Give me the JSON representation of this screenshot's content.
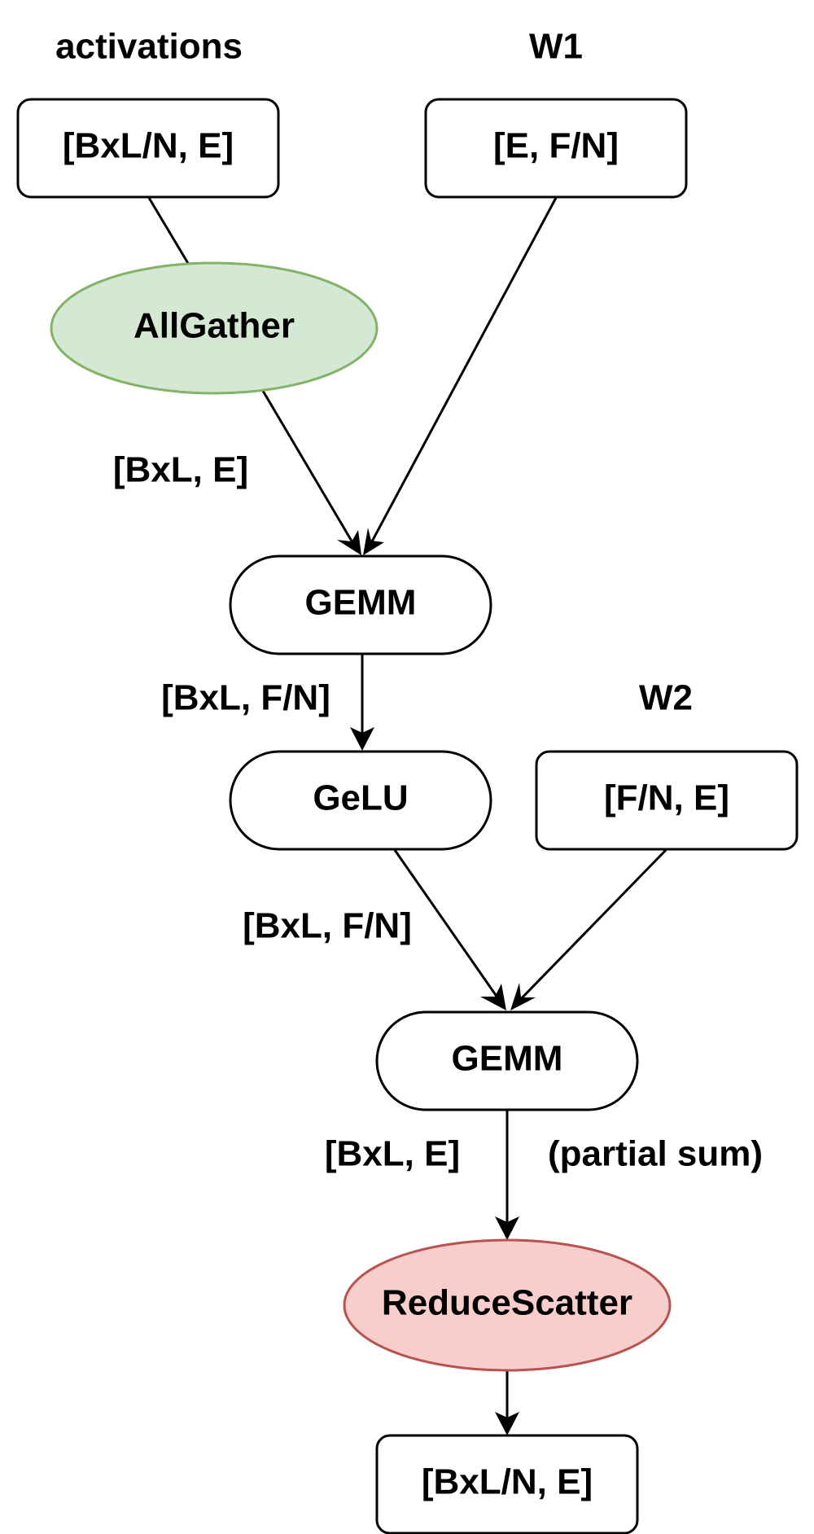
{
  "titles": {
    "activations": "activations",
    "w1": "W1",
    "w2": "W2"
  },
  "nodes": {
    "activations_box": "[BxL/N, E]",
    "w1_box": "[E, F/N]",
    "allgather": "AllGather",
    "gemm1": "GEMM",
    "gelu": "GeLU",
    "w2_box": "[F/N, E]",
    "gemm2": "GEMM",
    "reducescatter": "ReduceScatter",
    "output_box": "[BxL/N, E]"
  },
  "edges": {
    "allgather_out": "[BxL, E]",
    "gemm1_out": "[BxL, F/N]",
    "gelu_out": "[BxL, F/N]",
    "gemm2_out": "[BxL, E]",
    "gemm2_note": "(partial sum)"
  },
  "colors": {
    "allgather_fill": "#d5e8d4",
    "allgather_stroke": "#82b366",
    "reducescatter_fill": "#f8cecc",
    "reducescatter_stroke": "#b85450",
    "node_fill": "#ffffff",
    "stroke": "#000000"
  }
}
